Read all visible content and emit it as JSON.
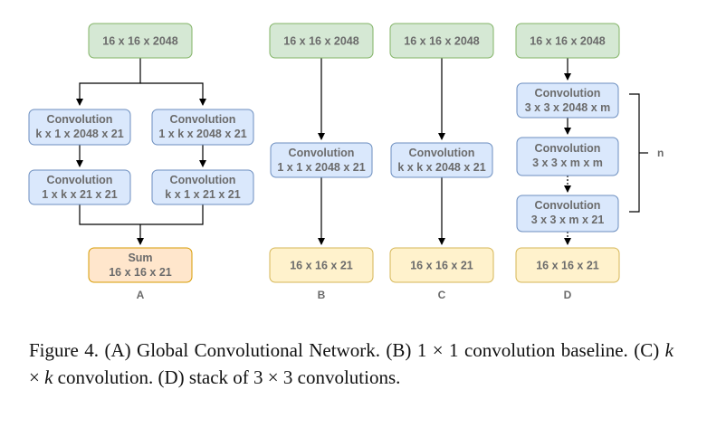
{
  "panels": {
    "A": {
      "label": "A",
      "input": "16 x 16 x 2048",
      "left_conv1": [
        "Convolution",
        "k x 1 x 2048 x 21"
      ],
      "left_conv2": [
        "Convolution",
        "1 x k x 21 x 21"
      ],
      "right_conv1": [
        "Convolution",
        "1 x k x 2048 x 21"
      ],
      "right_conv2": [
        "Convolution",
        "k x 1 x 21 x 21"
      ],
      "output": [
        "Sum",
        "16 x 16 x 21"
      ]
    },
    "B": {
      "label": "B",
      "input": "16 x 16 x 2048",
      "conv": [
        "Convolution",
        "1 x 1 x 2048 x 21"
      ],
      "output": "16 x 16 x 21"
    },
    "C": {
      "label": "C",
      "input": "16 x 16 x 2048",
      "conv": [
        "Convolution",
        "k x k x 2048 x 21"
      ],
      "output": "16 x 16 x 21"
    },
    "D": {
      "label": "D",
      "input": "16 x 16 x 2048",
      "conv1": [
        "Convolution",
        "3 x 3 x 2048 x m"
      ],
      "conv2": [
        "Convolution",
        "3 x 3 x m x m"
      ],
      "conv3": [
        "Convolution",
        "3 x 3 x m x 21"
      ],
      "output": "16 x 16 x 21",
      "repeat_label": "n"
    }
  },
  "colors": {
    "green_fill": "#d5e8d4",
    "green_stroke": "#82b366",
    "blue_fill": "#dae8fc",
    "blue_stroke": "#6c8ebf",
    "yellow_fill": "#fff2cc",
    "yellow_stroke": "#d6b656",
    "orange_fill": "#ffe6cc",
    "orange_stroke": "#d79b00"
  },
  "caption": {
    "p1": "Figure 4. (A) Global Convolutional Network. (B) 1 × 1 convolution baseline. (C) ",
    "m1": "k",
    "p2": " × ",
    "m2": "k",
    "p3": " convolution. (D) stack of 3 × 3 convolutions."
  }
}
